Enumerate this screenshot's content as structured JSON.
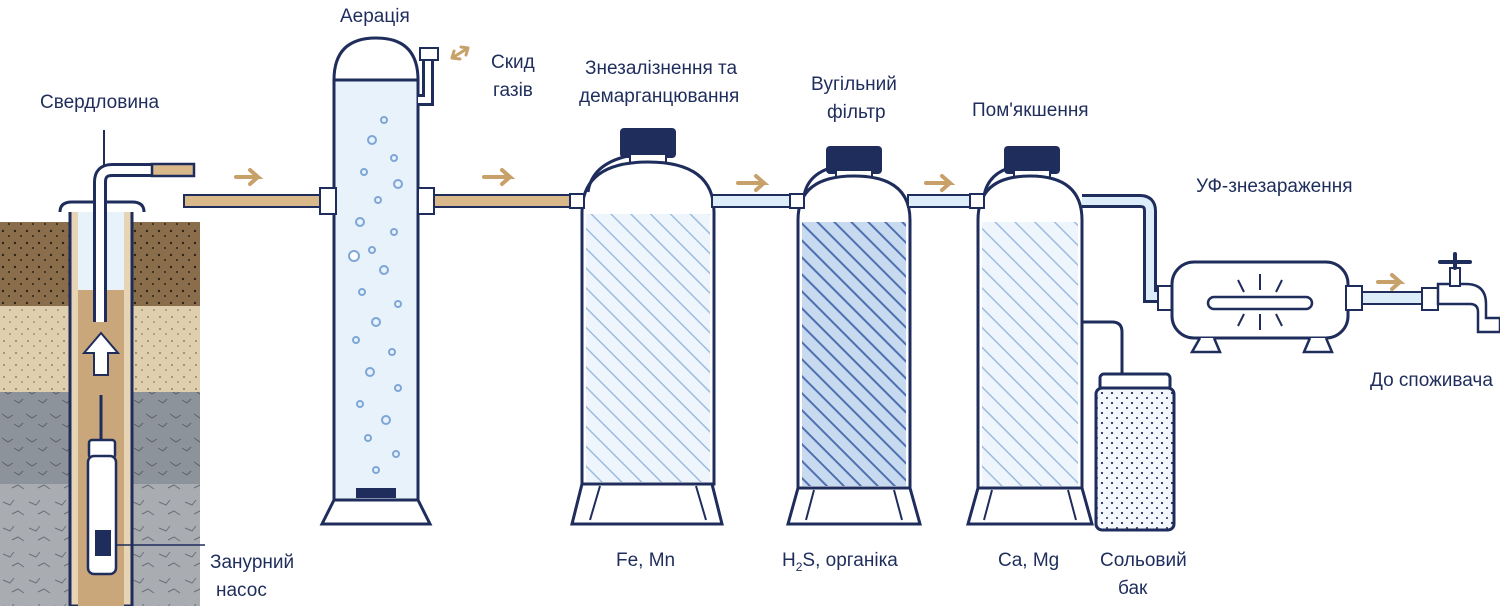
{
  "labels": {
    "well": "Свердловина",
    "pump_line1": "Занурний",
    "pump_line2": "насос",
    "aeration": "Аерація",
    "gas_line1": "Скид",
    "gas_line2": "газів",
    "iron_line1": "Знезалізнення та",
    "iron_line2": "демарганцювання",
    "carbon_line1": "Вугільний",
    "carbon_line2": "фільтр",
    "softening": "Пом'якшення",
    "uv": "УФ-знезараження",
    "consumer": "До споживача",
    "iron_removes": "Fe, Mn",
    "carbon_h": "H",
    "carbon_sub": "2",
    "carbon_rest": "S, органіка",
    "soft_removes": "Ca, Mg",
    "brine_line1": "Сольовий",
    "brine_line2": "бак"
  },
  "colors": {
    "outline": "#1f2d5c",
    "water": "#e8f2fb",
    "media": "#b9d3ee",
    "media_dark": "#5f7fbf",
    "pipe_raw": "#d9b98a",
    "pipe_clean": "#dcecf8",
    "arrow": "#c8a06a",
    "cap": "#1f2d5c",
    "soil_top": "#8a6d4b",
    "soil_sand": "#e0cfae",
    "soil_gray": "#8d939b",
    "soil_deep": "#a9adb2"
  },
  "icons": [
    "flow-arrow-icon",
    "gas-vent-arrow-icon",
    "faucet-icon",
    "uv-lamp-icon",
    "pump-icon"
  ]
}
